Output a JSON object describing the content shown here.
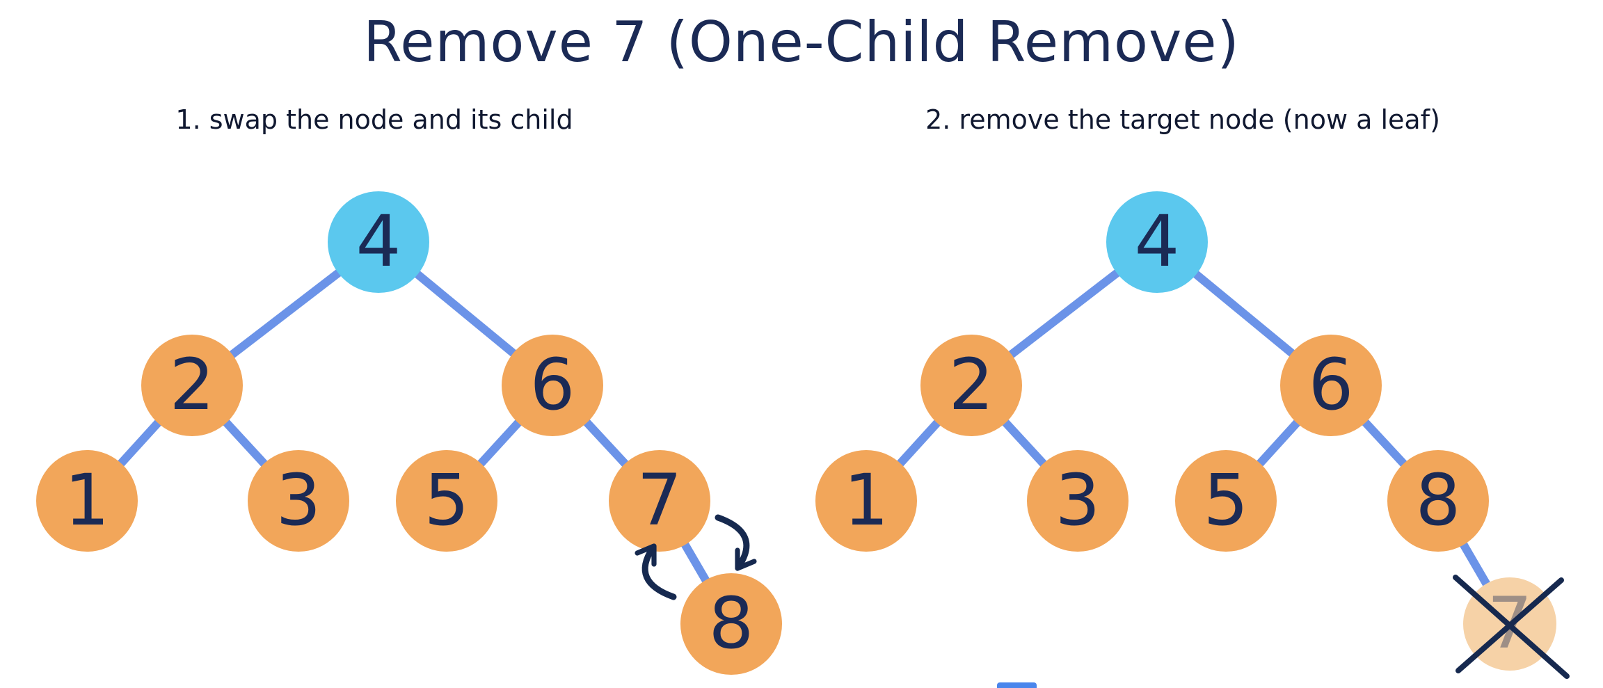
{
  "title": "Remove 7 (One-Child Remove)",
  "panels": [
    {
      "caption": "1. swap the node and its child",
      "node_labels": {
        "n4": "4",
        "n2": "2",
        "n6": "6",
        "n1": "1",
        "n3": "3",
        "n5": "5",
        "n7": "7",
        "n8": "8"
      },
      "edges": [
        [
          "4",
          "2"
        ],
        [
          "4",
          "6"
        ],
        [
          "2",
          "1"
        ],
        [
          "2",
          "3"
        ],
        [
          "6",
          "5"
        ],
        [
          "6",
          "7"
        ],
        [
          "7",
          "8"
        ]
      ],
      "annotations": [
        "swap-arrow-down",
        "swap-arrow-up"
      ]
    },
    {
      "caption": "2. remove the target node (now a leaf)",
      "node_labels": {
        "n4": "4",
        "n2": "2",
        "n6": "6",
        "n1": "1",
        "n3": "3",
        "n5": "5",
        "n8": "8",
        "n7_removed": "7"
      },
      "edges": [
        [
          "4",
          "2"
        ],
        [
          "4",
          "6"
        ],
        [
          "2",
          "1"
        ],
        [
          "2",
          "3"
        ],
        [
          "6",
          "5"
        ],
        [
          "6",
          "8"
        ],
        [
          "8",
          "7"
        ]
      ],
      "annotations": [
        "removed-node-cross"
      ]
    }
  ],
  "colors": {
    "background": "#FFFFFF",
    "node_orange": "#F2A65A",
    "node_blue": "#5BC8EE",
    "node_faded": "#F6D2A7",
    "edge_blue": "#6B93E8",
    "text_navy": "#1B2A55",
    "caption_navy": "#101830",
    "annotation_navy": "#16294F",
    "bottom_fragment_blue": "#4A86EC"
  }
}
